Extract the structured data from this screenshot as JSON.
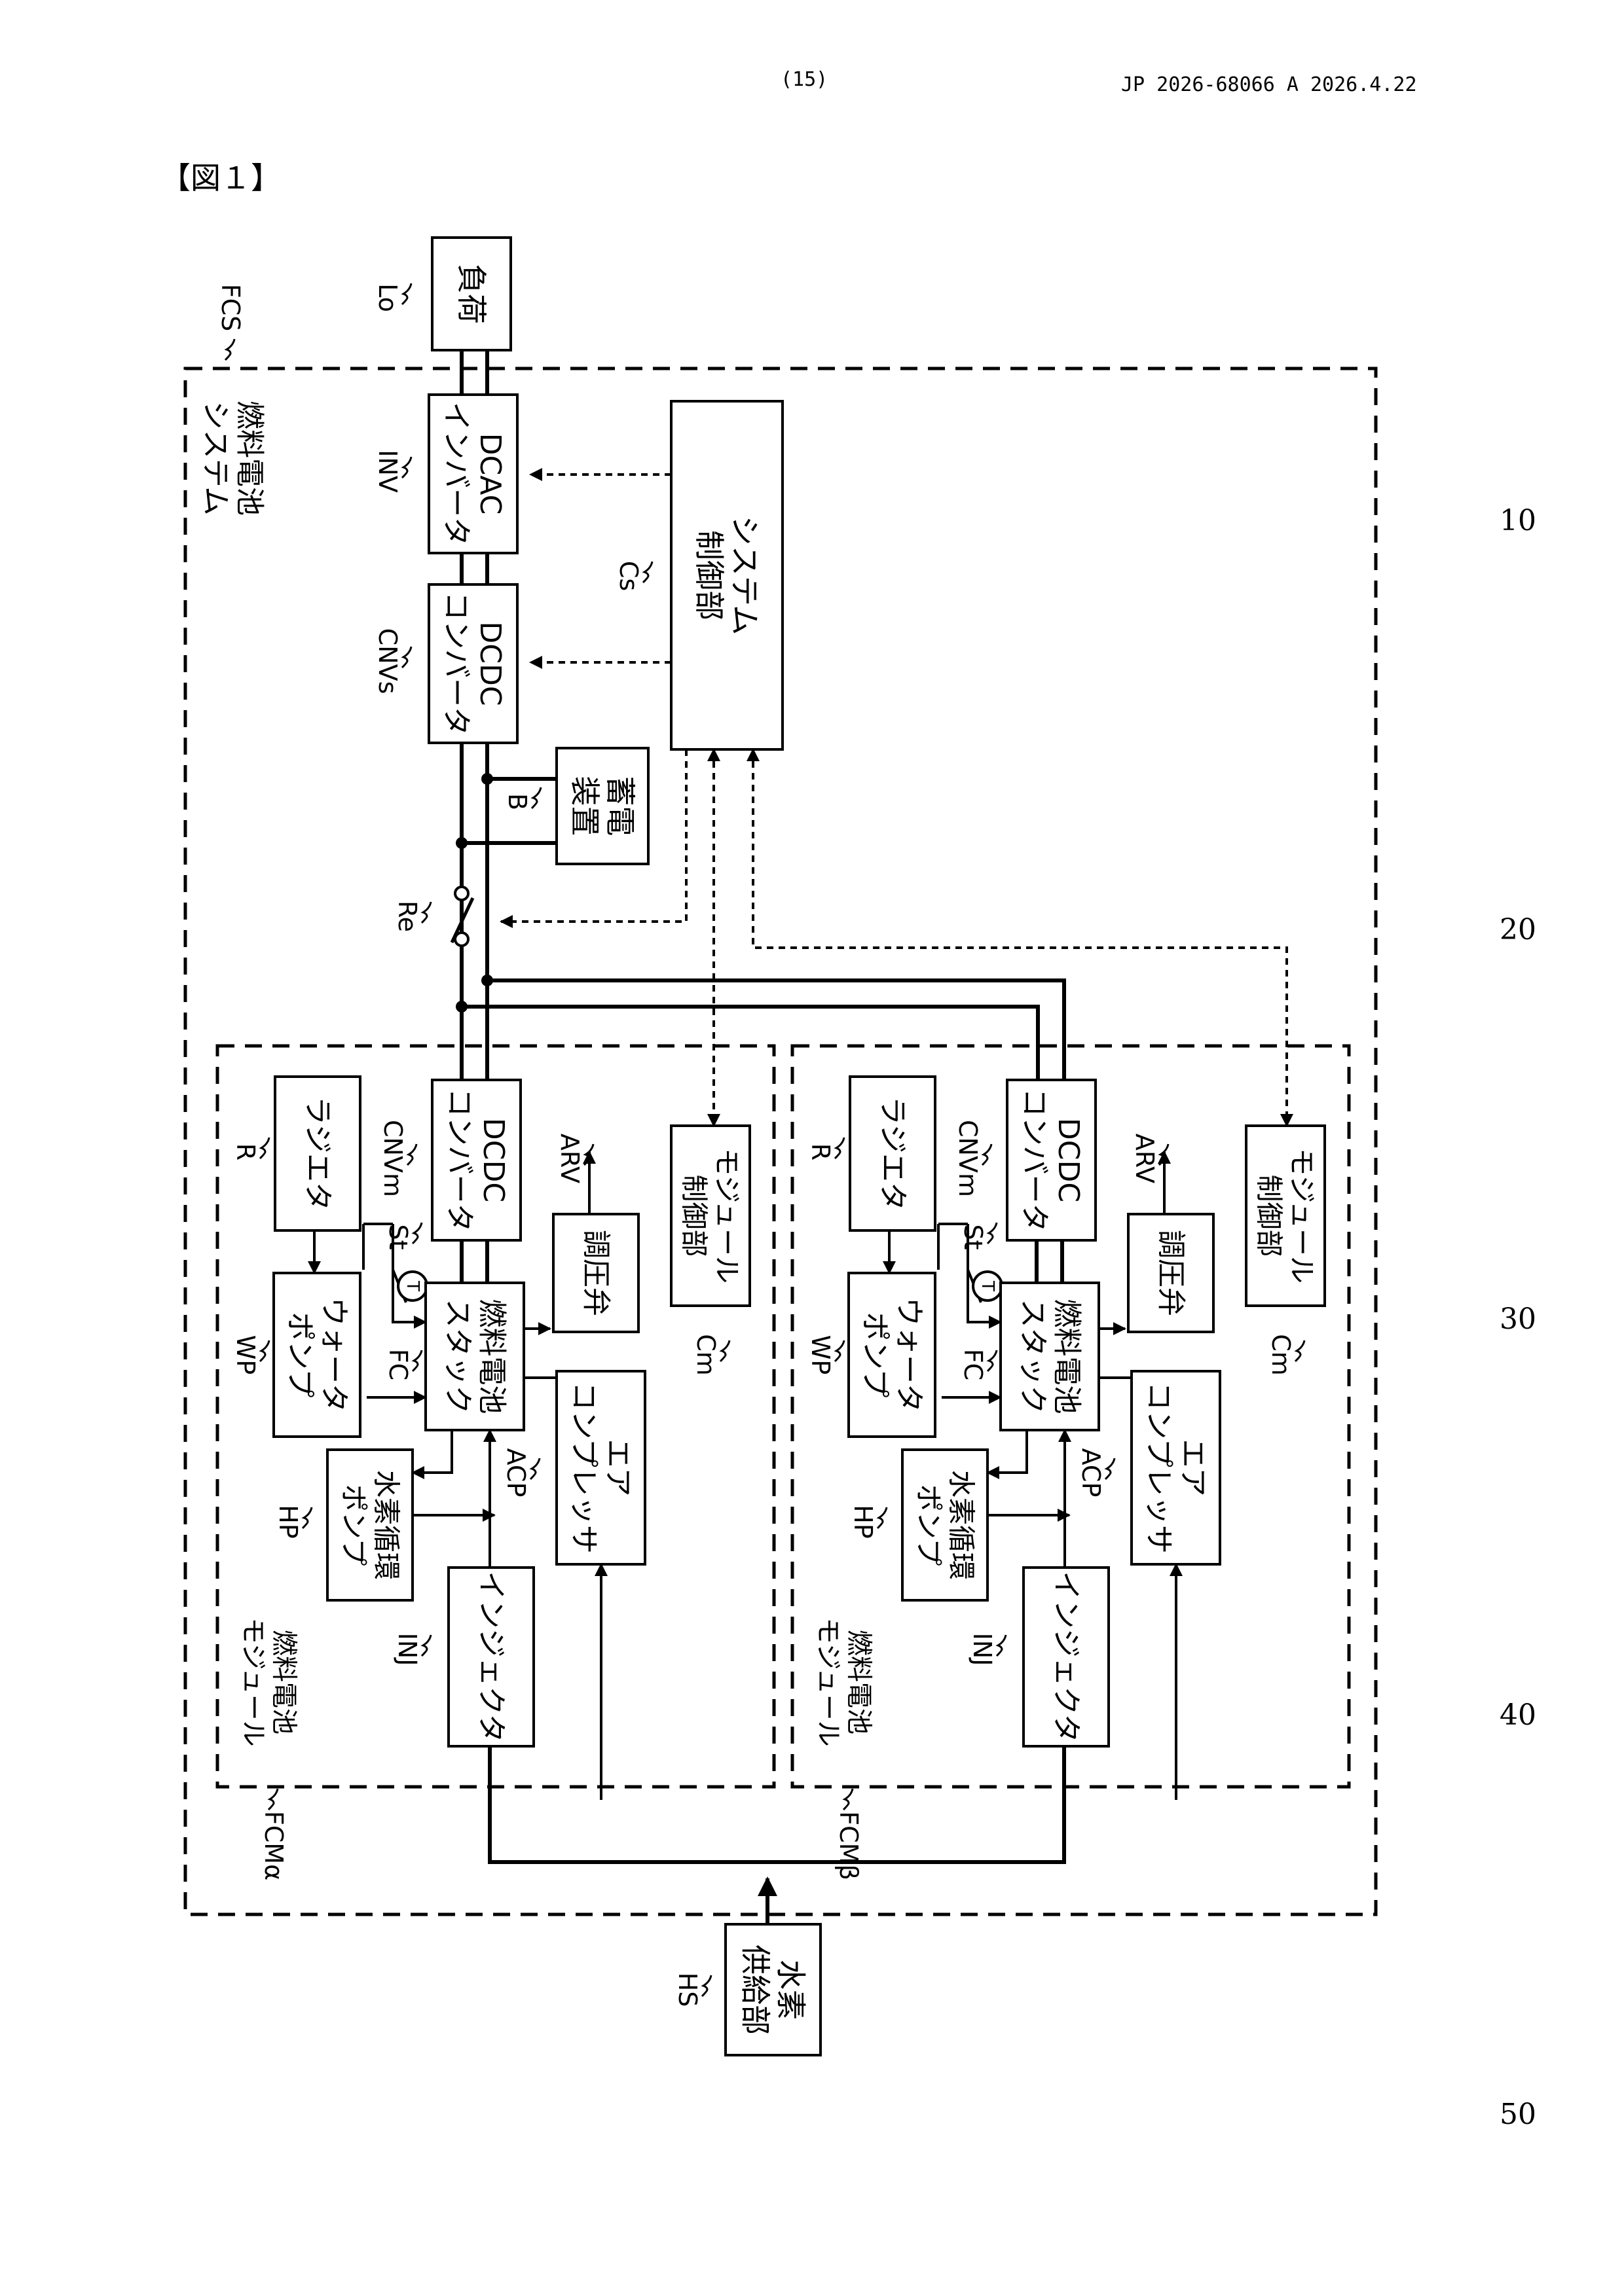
{
  "header": {
    "page_no": "(15)",
    "pub_id": "JP 2026-68066 A 2026.4.22"
  },
  "figure_label": "【図１】",
  "margin_numbers": [
    "10",
    "20",
    "30",
    "40",
    "50"
  ],
  "diagram": {
    "labels": {
      "fcs": "FCS",
      "lo": "Lo",
      "inv": "INV",
      "cnvs": "CNVs",
      "cs": "Cs",
      "b": "B",
      "re": "Re",
      "hs": "HS",
      "system_title": [
        "燃料電池",
        "システム"
      ],
      "load": [
        "負荷"
      ],
      "dcac": [
        "DCAC",
        "インバータ"
      ],
      "dcdc_s": [
        "DCDC",
        "コンバータ"
      ],
      "system_ctrl": [
        "システム",
        "制御部"
      ],
      "storage": [
        "蓄電",
        "装置"
      ],
      "h_supply": [
        "水素",
        "供給部"
      ],
      "t_symbol": "T"
    },
    "modules": [
      {
        "tag": "FCMα",
        "title": [
          "燃料電池",
          "モジュール"
        ],
        "r": "R",
        "wp": "WP",
        "fc": "FC",
        "hp": "HP",
        "inj": "INJ",
        "acp": "ACP",
        "cnvm": "CNVm",
        "st": "St",
        "arv": "ARV",
        "cm": "Cm",
        "radiator": [
          "ラジエタ"
        ],
        "water_pump": [
          "ウォータ",
          "ポンプ"
        ],
        "fc_stack": [
          "燃料電池",
          "スタック"
        ],
        "h_pump": [
          "水素循環",
          "ポンプ"
        ],
        "injector": [
          "インジェクタ"
        ],
        "dcdc_m": [
          "DCDC",
          "コンバータ"
        ],
        "pressure_valve": [
          "調圧弁"
        ],
        "compressor": [
          "エア",
          "コンプレッサ"
        ],
        "module_ctrl": [
          "モジュール",
          "制御部"
        ]
      },
      {
        "tag": "FCMβ",
        "title": [
          "燃料電池",
          "モジュール"
        ],
        "r": "R",
        "wp": "WP",
        "fc": "FC",
        "hp": "HP",
        "inj": "INJ",
        "acp": "ACP",
        "cnvm": "CNVm",
        "st": "St",
        "arv": "ARV",
        "cm": "Cm",
        "radiator": [
          "ラジエタ"
        ],
        "water_pump": [
          "ウォータ",
          "ポンプ"
        ],
        "fc_stack": [
          "燃料電池",
          "スタック"
        ],
        "h_pump": [
          "水素循環",
          "ポンプ"
        ],
        "injector": [
          "インジェクタ"
        ],
        "dcdc_m": [
          "DCDC",
          "コンバータ"
        ],
        "pressure_valve": [
          "調圧弁"
        ],
        "compressor": [
          "エア",
          "コンプレッサ"
        ],
        "module_ctrl": [
          "モジュール",
          "制御部"
        ]
      }
    ]
  }
}
